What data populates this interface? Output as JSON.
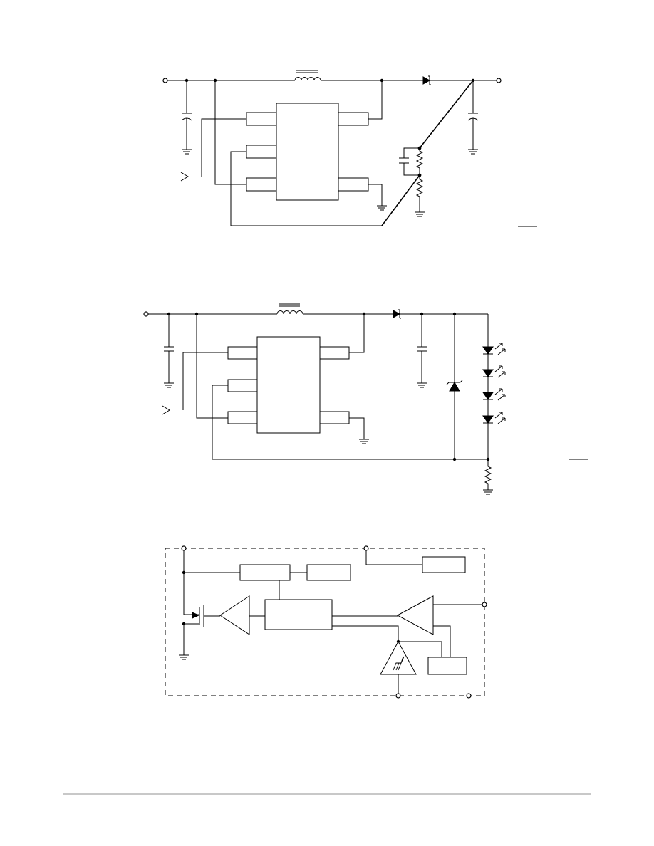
{
  "document": {
    "figures": [
      {
        "id": "boost-converter-adjustable-output",
        "kind": "schematic"
      },
      {
        "id": "boost-converter-led-driver",
        "kind": "schematic"
      },
      {
        "id": "functional-block-diagram",
        "kind": "block-diagram"
      }
    ],
    "colors": {
      "ink": "#000000",
      "paper": "#ffffff",
      "footer_rule": "#c8c8c8"
    }
  }
}
